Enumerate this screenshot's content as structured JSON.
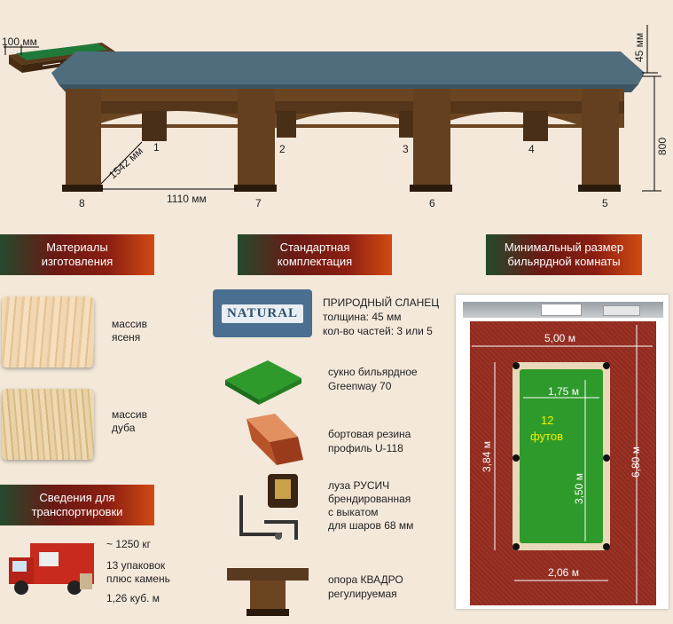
{
  "table_dims": {
    "rail_width": "100 мм",
    "slate_thickness": "45 мм",
    "height": "800 мм",
    "width_side": "1542 мм",
    "leg_spacing": "1110 мм",
    "legs": [
      "1",
      "2",
      "3",
      "4",
      "5",
      "6",
      "7",
      "8"
    ]
  },
  "sections": {
    "materials": {
      "title": "Материалы изготовления",
      "items": [
        {
          "label": "массив ясеня"
        },
        {
          "label": "массив дуба"
        }
      ]
    },
    "standard": {
      "title": "Стандартная комплектация",
      "items": [
        {
          "label": "ПРИРОДНЫЙ СЛАНЕЦ",
          "sub1": "толщина: 45 мм",
          "sub2": "кол-во частей: 3 или 5",
          "badge": "NATURAL"
        },
        {
          "label": "сукно бильярдное",
          "sub1": "Greenway 70"
        },
        {
          "label": "бортовая резина",
          "sub1": "профиль U-118"
        },
        {
          "label": "луза РУСИЧ",
          "sub1": "брендированная",
          "sub2": "с выкатом",
          "sub3": "для шаров 68 мм"
        },
        {
          "label": "опора КВАДРО",
          "sub1": "регулируемая"
        }
      ]
    },
    "transport": {
      "title": "Сведения для транспортировки",
      "weight": "~ 1250 кг",
      "packs1": "13 упаковок",
      "packs2": "плюс камень",
      "volume": "1,26 куб. м"
    },
    "room": {
      "title": "Минимальный размер бильярдной комнаты",
      "room_width": "5,00 м",
      "room_length": "6,80 м",
      "play_width": "1,75 м",
      "play_length": "3,50 м",
      "table_width": "2,06 м",
      "table_length": "3,84 м",
      "size_num": "12",
      "size_unit": "футов"
    }
  },
  "colors": {
    "felt": "#2f9a2c",
    "felt_dark": "#1b6f1a",
    "wood": "#5a3a1e",
    "slate": "#4e6b7a",
    "accent_text": "#f0f000"
  }
}
